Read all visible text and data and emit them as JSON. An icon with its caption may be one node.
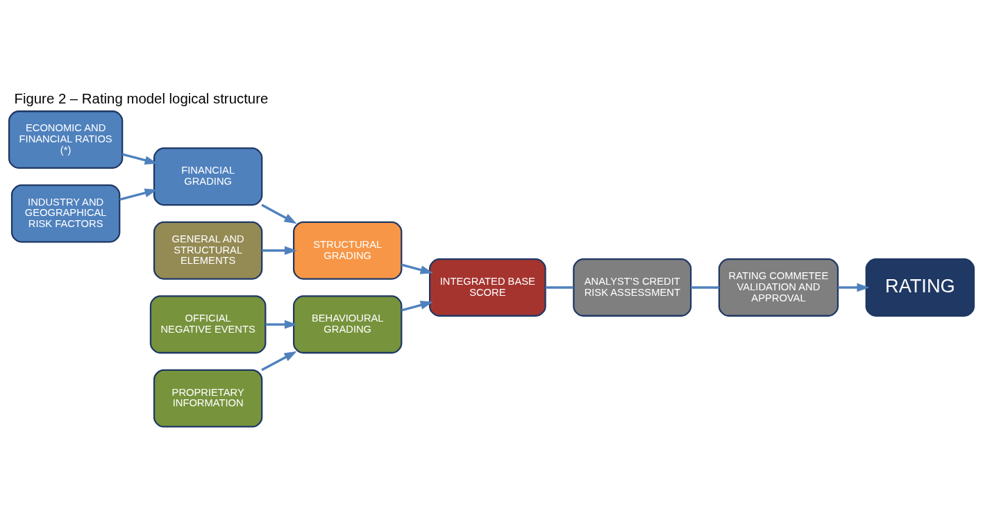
{
  "diagram": {
    "title": "Figure 2 – Rating model logical structure",
    "nodes": [
      {
        "text": [
          "ECONOMIC AND FINANCIAL RATIOS (*)"
        ]
      },
      {
        "text": [
          "INDUSTRY AND GEOGRAPHICAL RISK FACTORS"
        ]
      },
      {
        "text": [
          "FINANCIAL GRADING"
        ]
      },
      {
        "text": [
          "GENERAL AND STRUCTURAL ELEMENTS"
        ]
      },
      {
        "text": [
          "STRUCTURAL GRADING"
        ]
      },
      {
        "text": [
          "INTEGRATED BASE SCORE"
        ]
      },
      {
        "text": [
          "ANALYST’S CREDIT RISK ASSESSMENT"
        ]
      },
      {
        "text": [
          "RATING COMMETEE VALIDATION AND APPROVAL"
        ]
      },
      {
        "text": [
          "RATING"
        ]
      },
      {
        "text": [
          "OFFICIAL NEGATIVE EVENTS"
        ]
      },
      {
        "text": [
          "PROPRIETARY INFORMATION"
        ]
      },
      {
        "text": [
          "BEHAVIOURAL GRADING"
        ]
      }
    ],
    "edges": [
      {
        "from": 0,
        "to": 2,
        "arrow": "to"
      },
      {
        "from": 1,
        "to": 2,
        "arrow": "to"
      },
      {
        "from": 2,
        "to": 4,
        "arrow": "to"
      },
      {
        "from": 3,
        "to": 4,
        "arrow": "to"
      },
      {
        "from": 4,
        "to": 5,
        "arrow": "to"
      },
      {
        "from": 11,
        "to": 5,
        "arrow": "to"
      },
      {
        "from": 5,
        "to": 6,
        "arrow": "none"
      },
      {
        "from": 6,
        "to": 7,
        "arrow": "none"
      },
      {
        "from": 7,
        "to": 8,
        "arrow": "to"
      },
      {
        "from": 9,
        "to": 11,
        "arrow": "to"
      },
      {
        "from": 10,
        "to": 11,
        "arrow": "to"
      }
    ]
  }
}
